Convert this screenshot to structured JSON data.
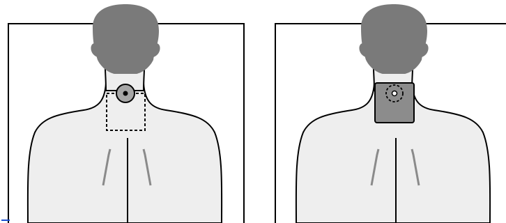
{
  "figure": {
    "panels": [
      {
        "id": "left",
        "step": "electrode-position-marked",
        "icons": [
          "head-icon",
          "back-torso-icon",
          "electrode-icon",
          "dashed-placement-outline-icon"
        ]
      },
      {
        "id": "right",
        "step": "pad-applied-over-electrode",
        "icons": [
          "head-icon",
          "back-torso-icon",
          "square-pad-icon",
          "dashed-electrode-marker-icon"
        ]
      }
    ],
    "colors": {
      "hair": "#7a7a7a",
      "skin": "#eeeeee",
      "outline": "#000000",
      "electrode": "#a6a6a6",
      "pad": "#8c8c8c",
      "spine_marks": "#8a8a8a",
      "corner_accent": "#1a4fd1"
    }
  }
}
